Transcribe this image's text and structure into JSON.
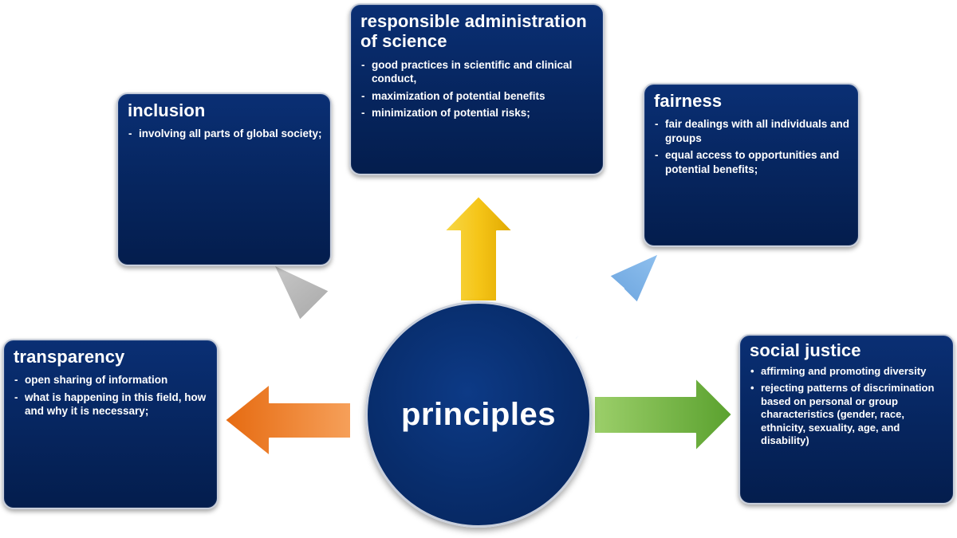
{
  "center": {
    "label": "principles"
  },
  "boxes": {
    "responsible": {
      "title": "responsible administration of science",
      "items": [
        "good practices in scientific and clinical conduct,",
        "maximization of potential benefits",
        "minimization of potential risks;"
      ]
    },
    "inclusion": {
      "title": "inclusion",
      "items": [
        "involving all parts of global society;"
      ]
    },
    "fairness": {
      "title": "fairness",
      "items": [
        "fair dealings with all individuals and groups",
        "equal access to opportunities and potential benefits;"
      ]
    },
    "transparency": {
      "title": "transparency",
      "items": [
        "open sharing of information",
        "what is happening in this field, how and why it is necessary;"
      ]
    },
    "social_justice": {
      "title": "social justice",
      "items": [
        "affirming and promoting diversity",
        "rejecting patterns of discrimination based on personal or group characteristics (gender, race, ethnicity, sexuality, age, and disability)"
      ]
    }
  },
  "colors": {
    "box_fill": "#06255e",
    "box_border": "#c9cfdb",
    "arrow_up": "#f5c518",
    "arrow_upleft": "#a9a9a9",
    "arrow_upright": "#5b9bd5",
    "arrow_left": "#f07c2a",
    "arrow_right": "#6fb33b"
  }
}
